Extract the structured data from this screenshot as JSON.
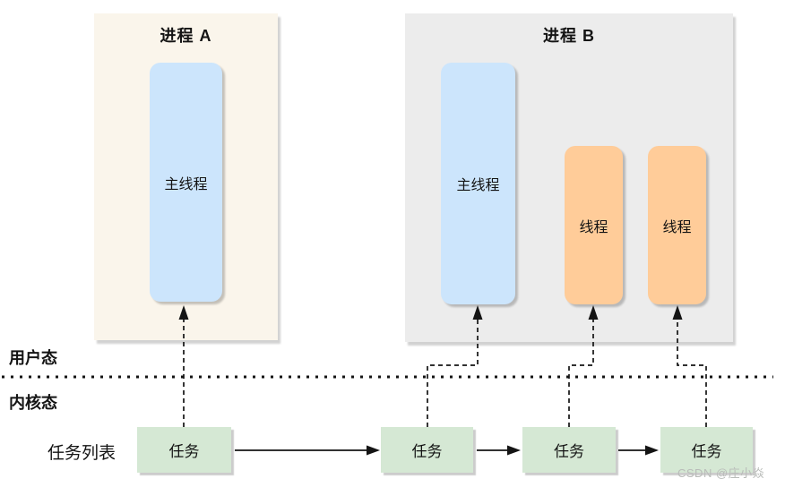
{
  "processes": [
    {
      "title": "进程 A",
      "threads": [
        {
          "label": "主线程",
          "type": "main"
        }
      ]
    },
    {
      "title": "进程 B",
      "threads": [
        {
          "label": "主线程",
          "type": "main"
        },
        {
          "label": "线程",
          "type": "worker"
        },
        {
          "label": "线程",
          "type": "worker"
        }
      ]
    }
  ],
  "modes": {
    "user_label": "用户态",
    "kernel_label": "内核态"
  },
  "task_list": {
    "label": "任务列表",
    "tasks": [
      "任务",
      "任务",
      "任务",
      "任务"
    ]
  },
  "watermark": "CSDN @庄小焱",
  "colors": {
    "process_a_bg": "#faf5eb",
    "process_b_bg": "#ececec",
    "main_thread_bg": "#cce5fc",
    "thread_bg": "#ffcc99",
    "task_bg": "#d5e8d4",
    "line": "#141414",
    "watermark": "#b9bcb9"
  }
}
